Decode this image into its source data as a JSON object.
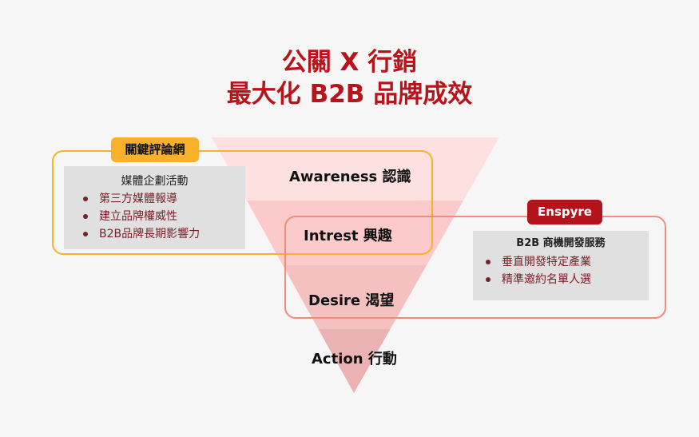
{
  "title": {
    "line1": "公關 X 行銷",
    "line2": "最大化 B2B 品牌成效"
  },
  "funnel": {
    "stages": [
      "Awareness 認識",
      "Intrest  興趣",
      "Desire 渴望",
      "Action  行動"
    ],
    "colors": [
      "#fde0e0",
      "#fccaca",
      "#f4c0c0",
      "#eab2b2"
    ]
  },
  "left_panel": {
    "tag": "關鍵評論網",
    "heading": "媒體企劃活動",
    "items": [
      "第三方媒體報導",
      "建立品牌權威性",
      "B2B品牌長期影響力"
    ],
    "accent": "#f9b12a"
  },
  "right_panel": {
    "tag": "Enspyre",
    "heading": "B2B 商機開發服務",
    "items": [
      "垂直開發特定產業",
      "精準邀約名單人選"
    ],
    "accent": "#f08c7c",
    "tag_color": "#b3141c"
  }
}
